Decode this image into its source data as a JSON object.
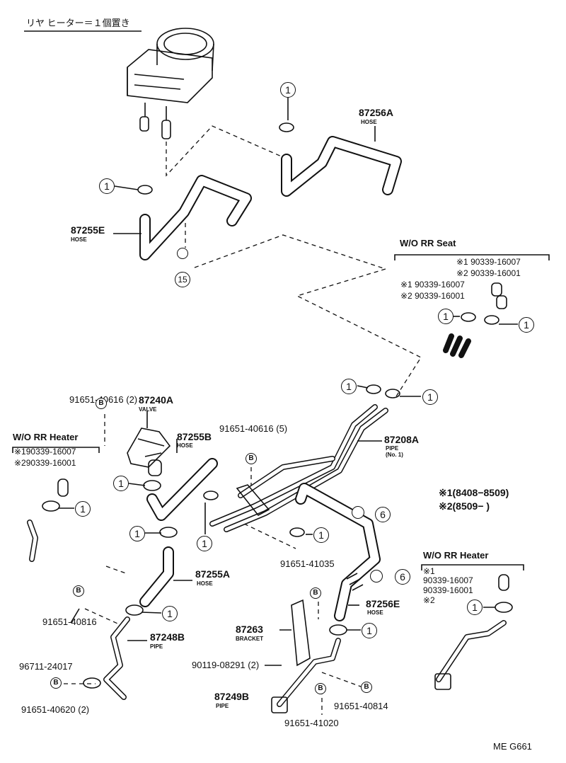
{
  "header": {
    "title": "リヤ ヒーター＝１個置き"
  },
  "callout": {
    "one": "1",
    "six": "6",
    "fifteen": "15",
    "bolt": "B"
  },
  "parts": {
    "hose_87256A": {
      "num": "87256A",
      "desc": "HOSE"
    },
    "hose_87255E": {
      "num": "87255E",
      "desc": "HOSE"
    },
    "valve_87240A": {
      "num": "87240A",
      "desc": "VALVE"
    },
    "hose_87255B": {
      "num": "87255B",
      "desc": "HOSE"
    },
    "pipe_87208A": {
      "num": "87208A",
      "desc": "PIPE",
      "desc2": "(No. 1)"
    },
    "hose_87255A": {
      "num": "87255A",
      "desc": "HOSE"
    },
    "hose_87256E": {
      "num": "87256E",
      "desc": "HOSE"
    },
    "pipe_87248B": {
      "num": "87248B",
      "desc": "PIPE"
    },
    "bracket_87263": {
      "num": "87263",
      "desc": "BRACKET"
    },
    "pipe_87249B": {
      "num": "87249B",
      "desc": "PIPE"
    }
  },
  "bolts": {
    "b_40616_2": "91651-40616 (2)",
    "b_40616_5": "91651-40616 (5)",
    "b_41035": "91651-41035",
    "b_40816": "91651-40816",
    "b_40620": "91651-40620 (2)",
    "b_40814": "91651-40814",
    "b_41020": "91651-41020",
    "screw_08291": "90119-08291 (2)",
    "grommet": "96711-24017"
  },
  "wo_rr_seat": {
    "title": "W/O RR Seat",
    "r1": "※1 90339-16007",
    "r2": "※2 90339-16001",
    "r3": "※1 90339-16007",
    "r4": "※2 90339-16001"
  },
  "wo_rr_heater_left": {
    "title": "W/O RR Heater",
    "r1": "※190339-16007",
    "r2": "※290339-16001"
  },
  "wo_rr_heater_right": {
    "title": "W/O RR Heater",
    "k1": "※1",
    "r1": "90339-16007",
    "r2": "90339-16001",
    "k2": "※2"
  },
  "legend": {
    "l1": "※1(8408−8509)",
    "l2": "※2(8509−      )"
  },
  "footer": {
    "code": "ME G661"
  }
}
